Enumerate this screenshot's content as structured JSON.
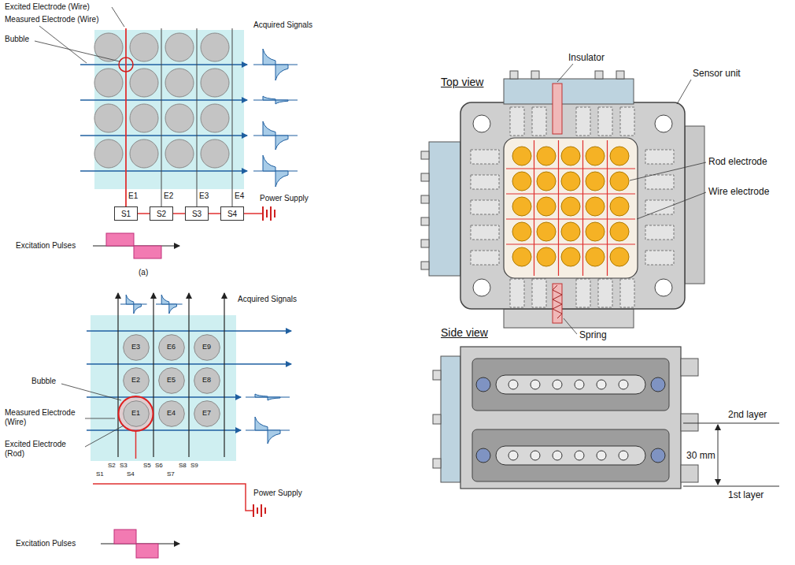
{
  "diagram": {
    "nodes": [
      {
        "text": [
          "S1"
        ]
      },
      {
        "text": [
          "S2"
        ]
      },
      {
        "text": [
          "S3"
        ]
      },
      {
        "text": [
          "S4"
        ]
      },
      {
        "text": [
          "E3"
        ]
      },
      {
        "text": [
          "E6"
        ]
      },
      {
        "text": [
          "E9"
        ]
      },
      {
        "text": [
          "E2"
        ]
      },
      {
        "text": [
          "E5"
        ]
      },
      {
        "text": [
          "E8"
        ]
      },
      {
        "text": [
          "E1"
        ]
      },
      {
        "text": [
          "E4"
        ]
      },
      {
        "text": [
          "E7"
        ]
      }
    ],
    "edges": [
      {
        "from": 0,
        "to": 1,
        "arrow": "none"
      },
      {
        "from": 1,
        "to": 2,
        "arrow": "none"
      },
      {
        "from": 2,
        "to": 3,
        "arrow": "none"
      }
    ],
    "labels": [
      "Excited Electrode (Wire)",
      "Measured Electrode (Wire)",
      "Bubble",
      "Acquired Signals",
      "E1",
      "E2",
      "E3",
      "E4",
      "Excitation Pulses",
      "Power Supply",
      "(a)",
      "Acquired Signals",
      "Bubble",
      "Measured Electrode (Wire)",
      "Excited Electrode (Rod)",
      "S1",
      "S2",
      "S3",
      "S4",
      "S5",
      "S6",
      "S7",
      "S8",
      "S9",
      "Power Supply",
      "Excitation Pulses",
      "Top view",
      "Insulator",
      "Sensor unit",
      "Rod electrode",
      "Wire electrode",
      "Spring",
      "Side view",
      "2nd layer",
      "30 mm",
      "1st layer"
    ]
  }
}
